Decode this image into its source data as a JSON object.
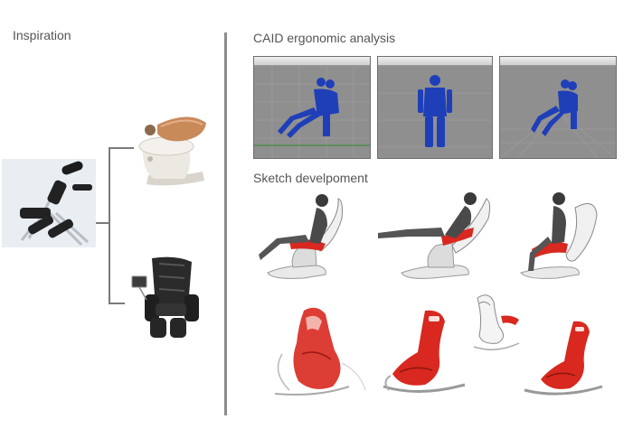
{
  "inspiration": {
    "title": "Inspiration"
  },
  "caid": {
    "title": "CAID ergonomic analysis"
  },
  "sketch": {
    "title": "Sketch develpoment"
  },
  "colors": {
    "accent_red": "#d8281f",
    "figure_blue": "#1f3fb8",
    "cad_background": "#8f8f8f",
    "divider": "#8c8c8c"
  },
  "icons": [
    "massage-chair-portable-icon",
    "pedicure-chair-icon",
    "recliner-massage-chair-icon",
    "cad-figure-icon",
    "chair-sketch-icon"
  ]
}
